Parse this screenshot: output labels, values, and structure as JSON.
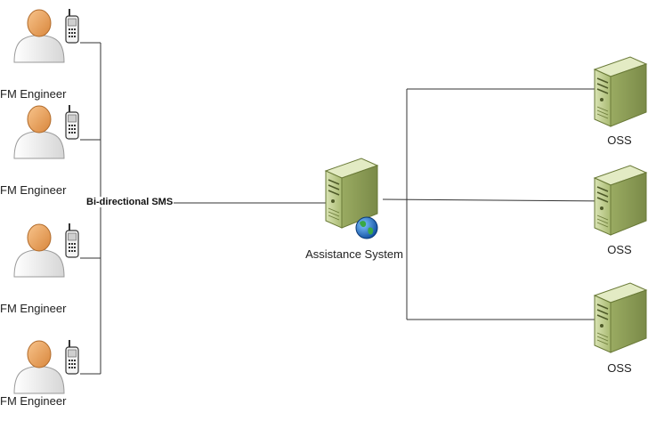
{
  "engineers": [
    {
      "label": "FM Engineer"
    },
    {
      "label": "FM Engineer"
    },
    {
      "label": "FM Engineer"
    },
    {
      "label": "FM Engineer"
    }
  ],
  "link": {
    "label": "Bi-directional SMS"
  },
  "assistance": {
    "label": "Assistance System"
  },
  "oss": [
    {
      "label": "OSS"
    },
    {
      "label": "OSS"
    },
    {
      "label": "OSS"
    }
  ],
  "colors": {
    "line": "#333333",
    "person_head": "#f0a25a",
    "person_body": "#f2f2f2",
    "server_body": "#c7d49a",
    "server_dark": "#8fa05c",
    "globe": "#1e6fc8",
    "globe_land": "#3aa845"
  }
}
